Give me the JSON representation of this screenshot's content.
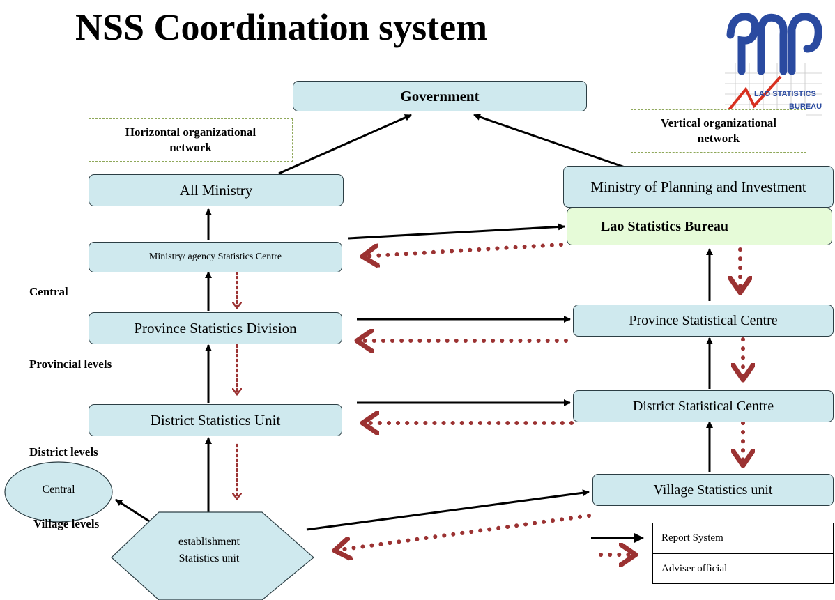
{
  "title": "NSS Coordination system",
  "logo": {
    "label_line1": "LAO STATISTICS",
    "label_line2": "BUREAU",
    "icon": "lao-statistics-bureau-logo"
  },
  "notes": {
    "horizontal": "Horizontal organizational network",
    "vertical": "Vertical organizational network"
  },
  "levels": {
    "central": "Central",
    "provincial": "Provincial levels",
    "district": "District levels",
    "village": "Village levels"
  },
  "nodes": {
    "government": "Government",
    "all_ministry": "All Ministry",
    "ministry_agency_centre": "Ministry/ agency Statistics Centre",
    "province_division": "Province Statistics Division",
    "district_unit": "District Statistics Unit",
    "central_ellipse": "Central",
    "establishment_line1": "establishment",
    "establishment_line2": "Statistics unit",
    "mpi": "Ministry of Planning and Investment",
    "lsb": "Lao Statistics Bureau",
    "province_centre": "Province Statistical Centre",
    "district_centre": "District Statistical Centre",
    "village_unit": "Village Statistics unit"
  },
  "legend": {
    "report": "Report System",
    "adviser": "Adviser official"
  },
  "colors": {
    "box_fill": "#cfe9ee",
    "lsb_fill": "#e6fbd8",
    "adviser_arrow": "#9b3232",
    "report_arrow": "#000000",
    "note_border": "#8fa85a"
  }
}
